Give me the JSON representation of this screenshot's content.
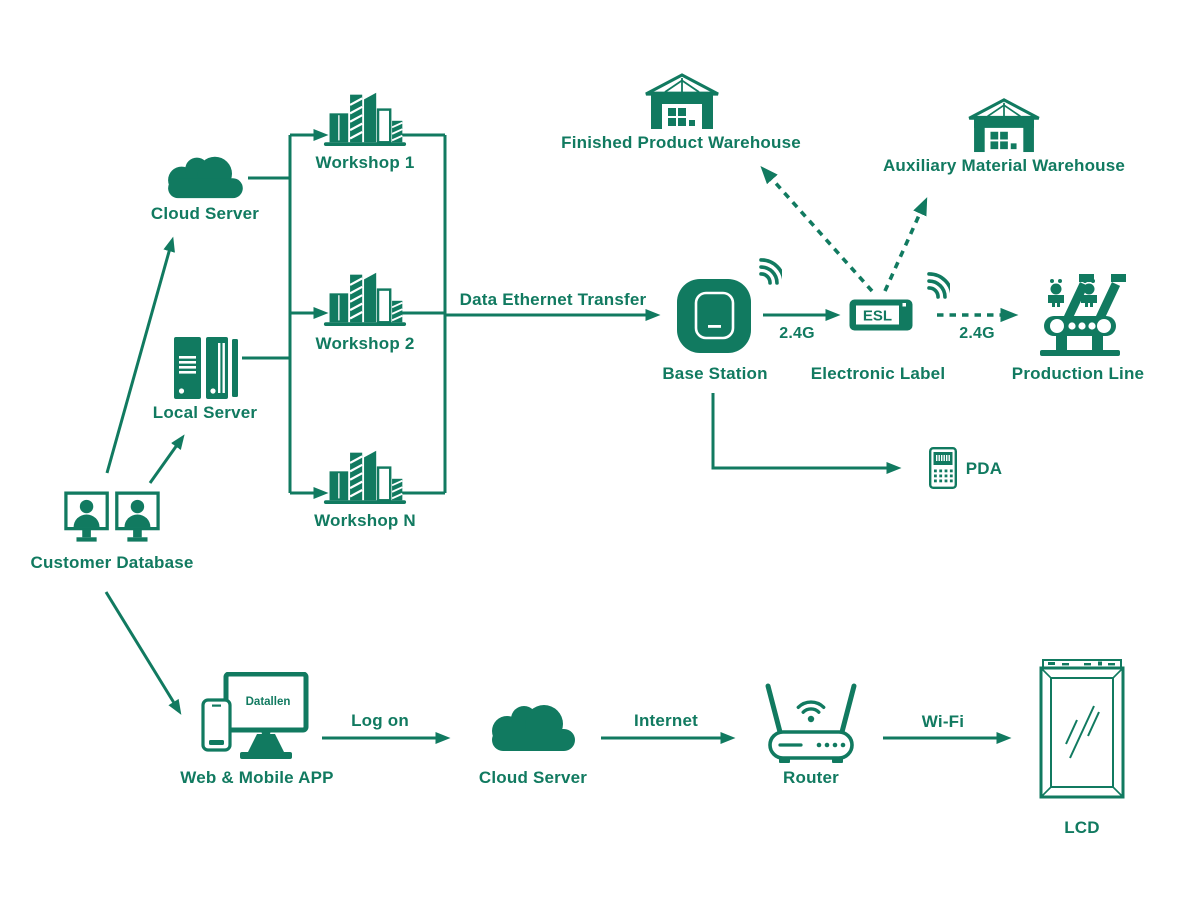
{
  "title": "ESL Warehouse System Architecture Diagram",
  "colors": {
    "primary": "#117A60",
    "background": "#ffffff"
  },
  "nodes": {
    "cloud_server_top": "Cloud Server",
    "local_server": "Local Server",
    "customer_database": "Customer Database",
    "workshop_1": "Workshop 1",
    "workshop_2": "Workshop 2",
    "workshop_n": "Workshop N",
    "base_station": "Base Station",
    "electronic_label": "Electronic Label",
    "esl_device_text": "ESL",
    "finished_product_warehouse": "Finished Product Warehouse",
    "auxiliary_material_warehouse": "Auxiliary Material Warehouse",
    "production_line": "Production Line",
    "pda": "PDA",
    "web_mobile_app": "Web & Mobile APP",
    "app_screen_brand": "Datallen",
    "cloud_server_bottom": "Cloud Server",
    "router": "Router",
    "lcd": "LCD"
  },
  "edge_labels": {
    "data_ethernet_transfer": "Data Ethernet Transfer",
    "base_station_to_esl": "2.4G",
    "esl_to_production_line": "2.4G",
    "log_on": "Log on",
    "internet": "Internet",
    "wifi": "Wi-Fi"
  }
}
